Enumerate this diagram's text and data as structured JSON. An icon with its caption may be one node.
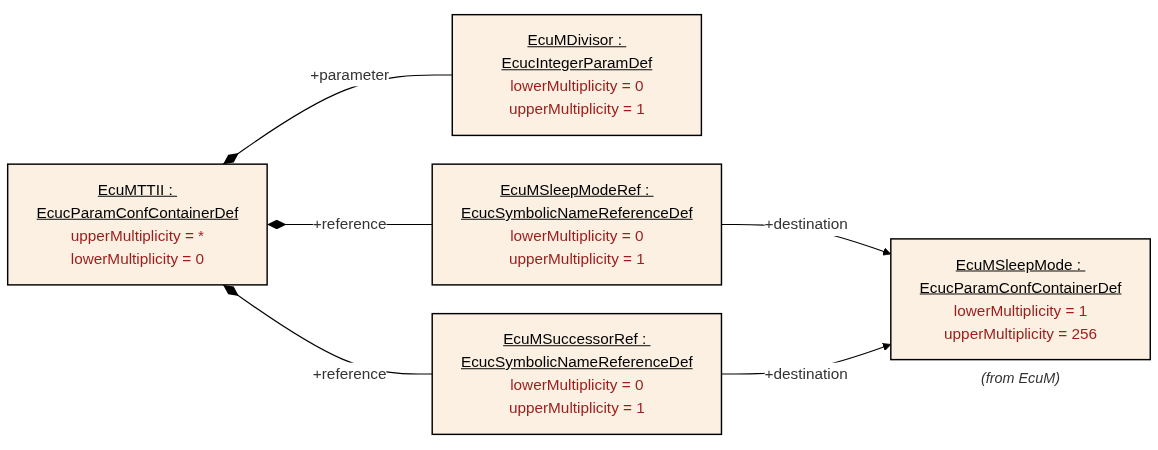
{
  "diagram": {
    "nodes": [
      {
        "text": [
          "EcuMTTII : EcucParamConfContainerDef",
          "upperMultiplicity = *",
          "lowerMultiplicity = 0"
        ]
      },
      {
        "text": [
          "EcuMDivisor : EcucIntegerParamDef",
          "lowerMultiplicity = 0",
          "upperMultiplicity = 1"
        ]
      },
      {
        "text": [
          "EcuMSleepModeRef : EcucSymbolicNameReferenceDef",
          "lowerMultiplicity = 0",
          "upperMultiplicity = 1"
        ]
      },
      {
        "text": [
          "EcuMSuccessorRef : EcucSymbolicNameReferenceDef",
          "lowerMultiplicity = 0",
          "upperMultiplicity = 1"
        ]
      },
      {
        "text": [
          "EcuMSleepMode : EcucParamConfContainerDef",
          "lowerMultiplicity = 1",
          "upperMultiplicity = 256"
        ],
        "beside": [
          "(from EcuM)"
        ]
      }
    ],
    "edges": [
      {
        "from": 0,
        "to": 1,
        "arrow": "other",
        "label": "+parameter"
      },
      {
        "from": 0,
        "to": 2,
        "arrow": "other",
        "label": "+reference"
      },
      {
        "from": 0,
        "to": 3,
        "arrow": "other",
        "label": "+reference"
      },
      {
        "from": 2,
        "to": 4,
        "arrow": "to",
        "label": "+destination"
      },
      {
        "from": 3,
        "to": 4,
        "arrow": "to",
        "label": "+destination"
      }
    ]
  }
}
